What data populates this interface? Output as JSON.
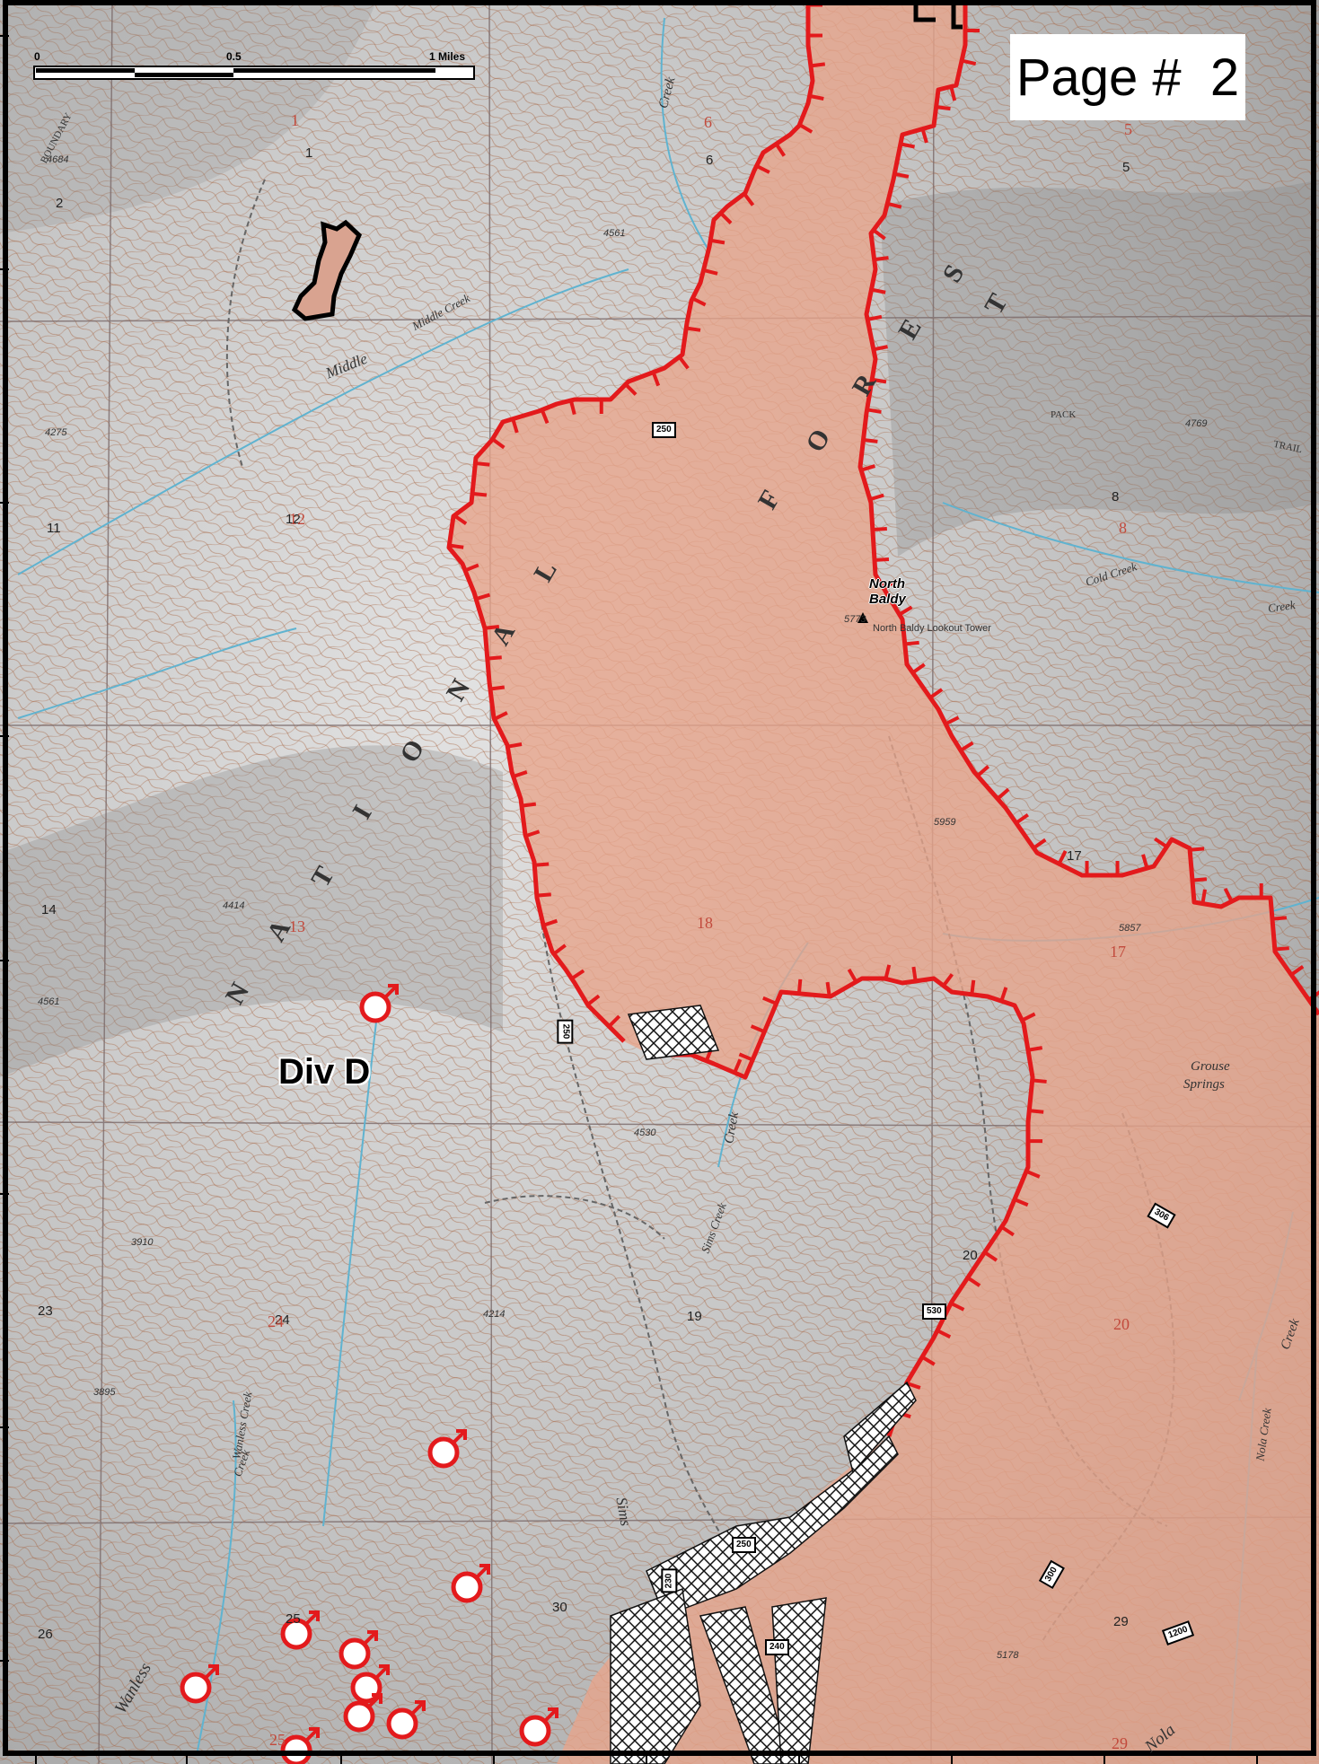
{
  "page_label": "Page #  2",
  "scale_bar": {
    "labels": [
      "0",
      "0.5",
      "1 Miles"
    ]
  },
  "division_label": "Div D",
  "peak": {
    "line1": "North",
    "line2": "Baldy"
  },
  "route_numbers": [
    "250",
    "250",
    "306",
    "530",
    "250",
    "230",
    "240",
    "300",
    "1200"
  ],
  "section_numbers": [
    "2",
    "1",
    "6",
    "5",
    "11",
    "12",
    "8",
    "14",
    "17",
    "23",
    "24",
    "19",
    "20",
    "26",
    "25",
    "30",
    "29"
  ],
  "red_section_numbers": [
    "1",
    "6",
    "5",
    "12",
    "8",
    "13",
    "18",
    "17",
    "20",
    "24",
    "25",
    "29"
  ],
  "feature_labels": [
    "BOUNDARY",
    "Middle",
    "Middle Creek",
    "Creek",
    "PACK",
    "TRAIL",
    "Cold Creek",
    "Creek",
    "Grouse",
    "Springs",
    "Wanless Creek",
    "Creek",
    "Sims Creek",
    "Creek",
    "Nola Creek",
    "Creek",
    "Wanless",
    "Sims",
    "Nola"
  ],
  "forest_letters": [
    "N",
    "A",
    "T",
    "I",
    "O",
    "N",
    "A",
    "L",
    "F",
    "O",
    "R",
    "E",
    "S",
    "T"
  ],
  "elevations": [
    "4684",
    "4561",
    "4275",
    "4769",
    "5773",
    "5959",
    "5857",
    "4414",
    "4561",
    "4530",
    "3910",
    "4214",
    "3895",
    "5178"
  ],
  "lookout_label": "North Baldy Lookout Tower",
  "colors": {
    "fire_perimeter": "#e31a1c",
    "burned_area": "#e8a48a",
    "background": "#c9c9c9",
    "contour": "#a5623d",
    "water": "#5fb3d0",
    "section_grid": "#7b6a6a",
    "drop_point": "#e31a1c",
    "dozer_line": "#111111"
  },
  "icons": [
    "drop-point-icon",
    "peak-triangle-icon",
    "dozer-line-hatch-icon"
  ]
}
